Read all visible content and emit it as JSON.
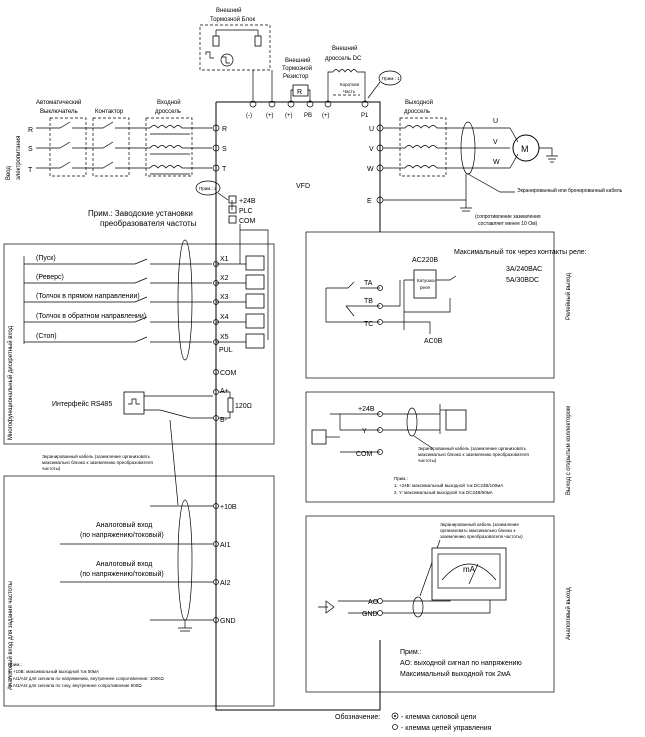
{
  "top": {
    "brake_unit": [
      "Внешний",
      "Тормозной Блок"
    ],
    "brake_resistor": [
      "Внешний",
      "Тормозной",
      "Резистор"
    ],
    "dc_choke": [
      "Внешний",
      "дроссель DC"
    ],
    "short_part": [
      "Короткая",
      "Часть"
    ],
    "resistor_letter": "R",
    "note1": "Прим.: 1"
  },
  "input": {
    "supply_label": [
      "Ввод",
      "электропитания"
    ],
    "breaker": [
      "Автоматический",
      "Выключатель"
    ],
    "contactor": "Контактор",
    "choke": [
      "Входной",
      "дроссель"
    ],
    "phases": [
      "R",
      "S",
      "T"
    ]
  },
  "dc_terminals": [
    "(-)",
    "(+)",
    "(+)",
    "PB",
    "(+)",
    "P1"
  ],
  "output": {
    "choke": [
      "Выходной",
      "дроссель"
    ],
    "terminals": [
      "U",
      "V",
      "W"
    ],
    "motor": "M",
    "shield_note": "Экранированный или бронированный кабель",
    "ground_term": "E",
    "ground_note": [
      "(сопротивление заземления",
      "составляет менее 10 Ом)"
    ]
  },
  "vfd_label": "VFD",
  "power": {
    "note2": "Прим.: 2",
    "terminals": [
      "+24В",
      "PLC",
      "COM"
    ],
    "factory_note": [
      "Прим.: Заводские установки",
      "преобразователя частоты"
    ]
  },
  "digital": {
    "section_label": "Многофункциональный дискретный вход",
    "items": [
      "(Пуск)",
      "(Реверс)",
      "(Толчок в прямом направлении)",
      "(Толчок в обратном направлении)",
      "(Стоп)"
    ],
    "terminals": [
      "X1",
      "X2",
      "X3",
      "X4",
      "X5"
    ],
    "pul": "PUL",
    "com": "COM",
    "rs485": "Интерфейс RS485",
    "a_plus": "A+",
    "b_minus": "B-",
    "resistor": "120Ω",
    "shield_note": [
      "Экранированный кабель (заземление организовать",
      "максимально близко к заземлению преобразователя",
      "частоты)"
    ]
  },
  "analog_in": {
    "section_label": "Аналоговый вход для задания частоты",
    "plus10": "+10В",
    "ai1_label": [
      "Аналоговый вход",
      "(по напряжению/токовый)"
    ],
    "ai2_label": [
      "Аналоговый вход",
      "(по напряжению/токовый)"
    ],
    "terminals": [
      "AI1",
      "AI2",
      "GND"
    ],
    "notes": [
      "Прим.:",
      "1. +10В: максимальный выходной ток 50мА",
      "2. AI1/AI2 для сигнала по напряжению, внутреннее сопротивление: 100KΩ",
      "3. AI1/AI2 для сигнала по току, внутреннее сопротивление 500Ω"
    ]
  },
  "relay": {
    "section_label": "Релейный выход",
    "ac_label": "AC220В",
    "coil_label": [
      "Катушка",
      "реле"
    ],
    "max_current": "Максимальный ток через контакты реле:",
    "ratings": [
      "3А/240ВАС",
      "5А/30ВDС"
    ],
    "terminals": [
      "TA",
      "TB",
      "TC"
    ],
    "ac0": "AC0В"
  },
  "open_collector": {
    "section_label": "Выход с открытым коллектором",
    "terminals": [
      "+24В",
      "Y",
      "COM"
    ],
    "shield_note": [
      "Экранированный кабель (заземление организовать",
      "максимально близко к заземлению преобразователя",
      "частоты)"
    ],
    "notes": [
      "Прим.:",
      "1. +24В: максимальный выходной ток DC24В/100мА",
      "2. Y: максимальный выходной ток DC24В/50мА"
    ]
  },
  "analog_out": {
    "section_label": "Аналоговый выход",
    "shield_note": [
      "Экранированный кабель (заземление",
      "организовать максимально близко к",
      "заземлению преобразователя частоты)"
    ],
    "meter": "mA",
    "terminals": [
      "AO",
      "GND"
    ],
    "notes": [
      "Прим.:",
      "AO: выходной сигнал по напряжению",
      "Максимальный выходной ток 2мА"
    ]
  },
  "legend": {
    "title": "Обозначение:",
    "power": "- клемма силовой цепи",
    "control": "- клемма цепей управления"
  }
}
